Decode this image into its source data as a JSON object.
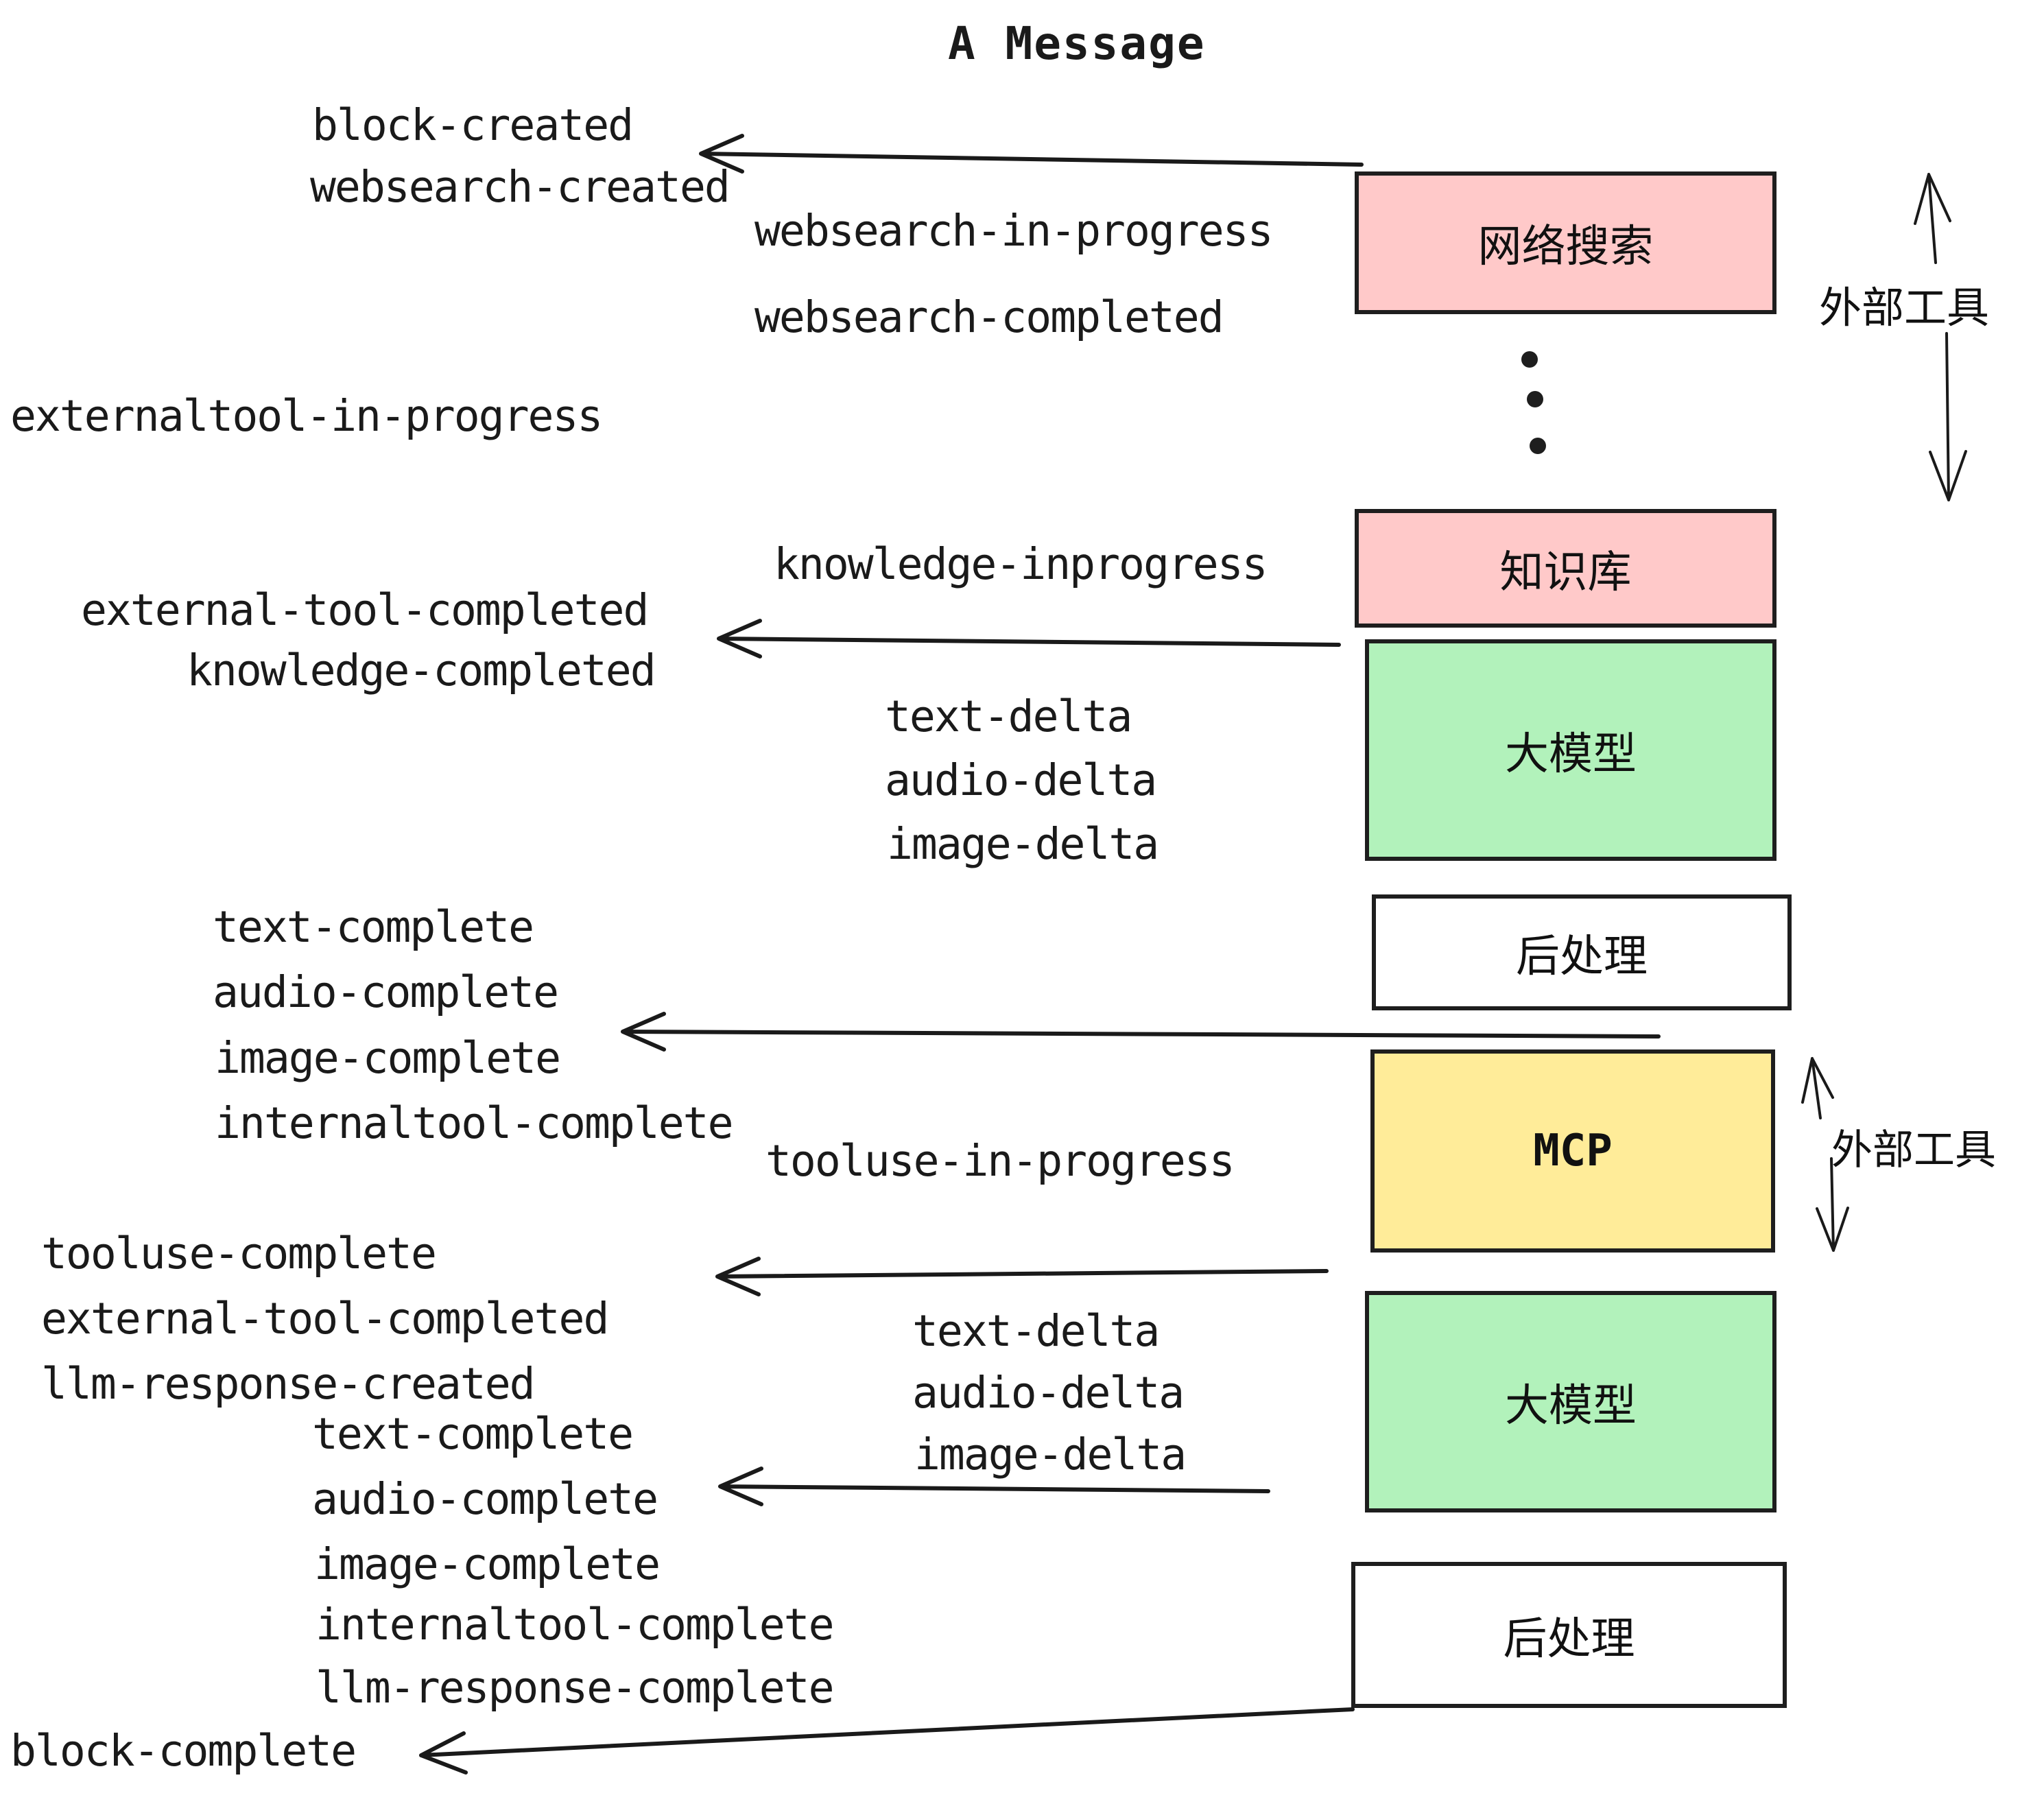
{
  "title": "A Message",
  "colors": {
    "pink": "#ffc9c9",
    "green": "#b2f2bb",
    "yellow": "#ffec99",
    "white": "#ffffff",
    "stroke": "#1e1e1e"
  },
  "boxes": [
    {
      "id": "websearch",
      "label": "网络搜索",
      "color": "#ffc9c9"
    },
    {
      "id": "knowledge",
      "label": "知识库",
      "color": "#ffc9c9"
    },
    {
      "id": "llm-1",
      "label": "大模型",
      "color": "#b2f2bb"
    },
    {
      "id": "postprocess-1",
      "label": "后处理",
      "color": "#ffffff"
    },
    {
      "id": "mcp",
      "label": "MCP",
      "color": "#ffec99"
    },
    {
      "id": "llm-2",
      "label": "大模型",
      "color": "#b2f2bb"
    },
    {
      "id": "postprocess-2",
      "label": "后处理",
      "color": "#ffffff"
    }
  ],
  "annotations": {
    "external_tools_top": "外部工具",
    "external_tools_mid": "外部工具"
  },
  "events": {
    "block_created": "block-created",
    "websearch_created": "websearch-created",
    "websearch_in_progress": "websearch-in-progress",
    "websearch_completed": "websearch-completed",
    "externaltool_in_progress": "externaltool-in-progress",
    "knowledge_inprogress": "knowledge-inprogress",
    "external_tool_completed_1": "external-tool-completed",
    "knowledge_completed": "knowledge-completed",
    "text_delta_1": "text-delta",
    "audio_delta_1": "audio-delta",
    "image_delta_1": "image-delta",
    "text_complete_1": "text-complete",
    "audio_complete_1": "audio-complete",
    "image_complete_1": "image-complete",
    "internaltool_complete_1": "internaltool-complete",
    "tooluse_in_progress": "tooluse-in-progress",
    "tooluse_complete": "tooluse-complete",
    "external_tool_completed_2": "external-tool-completed",
    "llm_response_created": "llm-response-created",
    "text_complete_2": "text-complete",
    "audio_complete_2": "audio-complete",
    "image_complete_2": "image-complete",
    "internaltool_complete_2": "internaltool-complete",
    "llm_response_complete": "llm-response-complete",
    "text_delta_2": "text-delta",
    "audio_delta_2": "audio-delta",
    "image_delta_2": "image-delta",
    "block_complete": "block-complete"
  }
}
